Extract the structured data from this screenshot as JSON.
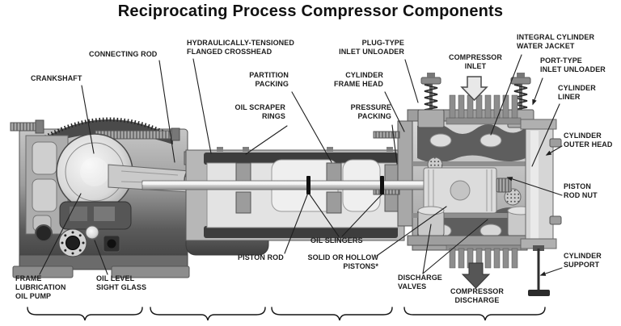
{
  "title": "Reciprocating Process Compressor Components",
  "labels": {
    "crankshaft": "CRANKSHAFT",
    "connecting_rod": "CONNECTING ROD",
    "crosshead": "HYDRAULICALLY-TENSIONED\nFLANGED CROSSHEAD",
    "partition_packing": "PARTITION\nPACKING",
    "oil_scraper_rings": "OIL SCRAPER\nRINGS",
    "plug_type_inlet_unloader": "PLUG-TYPE\nINLET UNLOADER",
    "cylinder_frame_head": "CYLINDER\nFRAME HEAD",
    "pressure_packing": "PRESSURE\nPACKING",
    "compressor_inlet": "COMPRESSOR\nINLET",
    "integral_cylinder_water_jacket": "INTEGRAL CYLINDER\nWATER JACKET",
    "port_type_inlet_unloader": "PORT-TYPE\nINLET UNLOADER",
    "cylinder_liner": "CYLINDER\nLINER",
    "cylinder_outer_head": "CYLINDER\nOUTER HEAD",
    "piston_rod_nut": "PISTON\nROD NUT",
    "cylinder_support": "CYLINDER\nSUPPORT",
    "piston_rod": "PISTON ROD",
    "oil_slingers": "OIL SLINGERS",
    "solid_or_hollow_pistons": "SOLID OR HOLLOW\nPISTONS*",
    "discharge_valves": "DISCHARGE\nVALVES",
    "compressor_discharge": "COMPRESSOR\nDISCHARGE",
    "frame_lubrication_oil_pump": "FRAME\nLUBRICATION\nOIL PUMP",
    "oil_level_sight_glass": "OIL LEVEL\nSIGHT GLASS"
  },
  "colors": {
    "background": "#ffffff",
    "text": "#1c1c1c",
    "leader_line": "#1f1f1f",
    "inlet_arrow_fill": "#e8e8e8",
    "discharge_arrow_fill": "#565656"
  }
}
